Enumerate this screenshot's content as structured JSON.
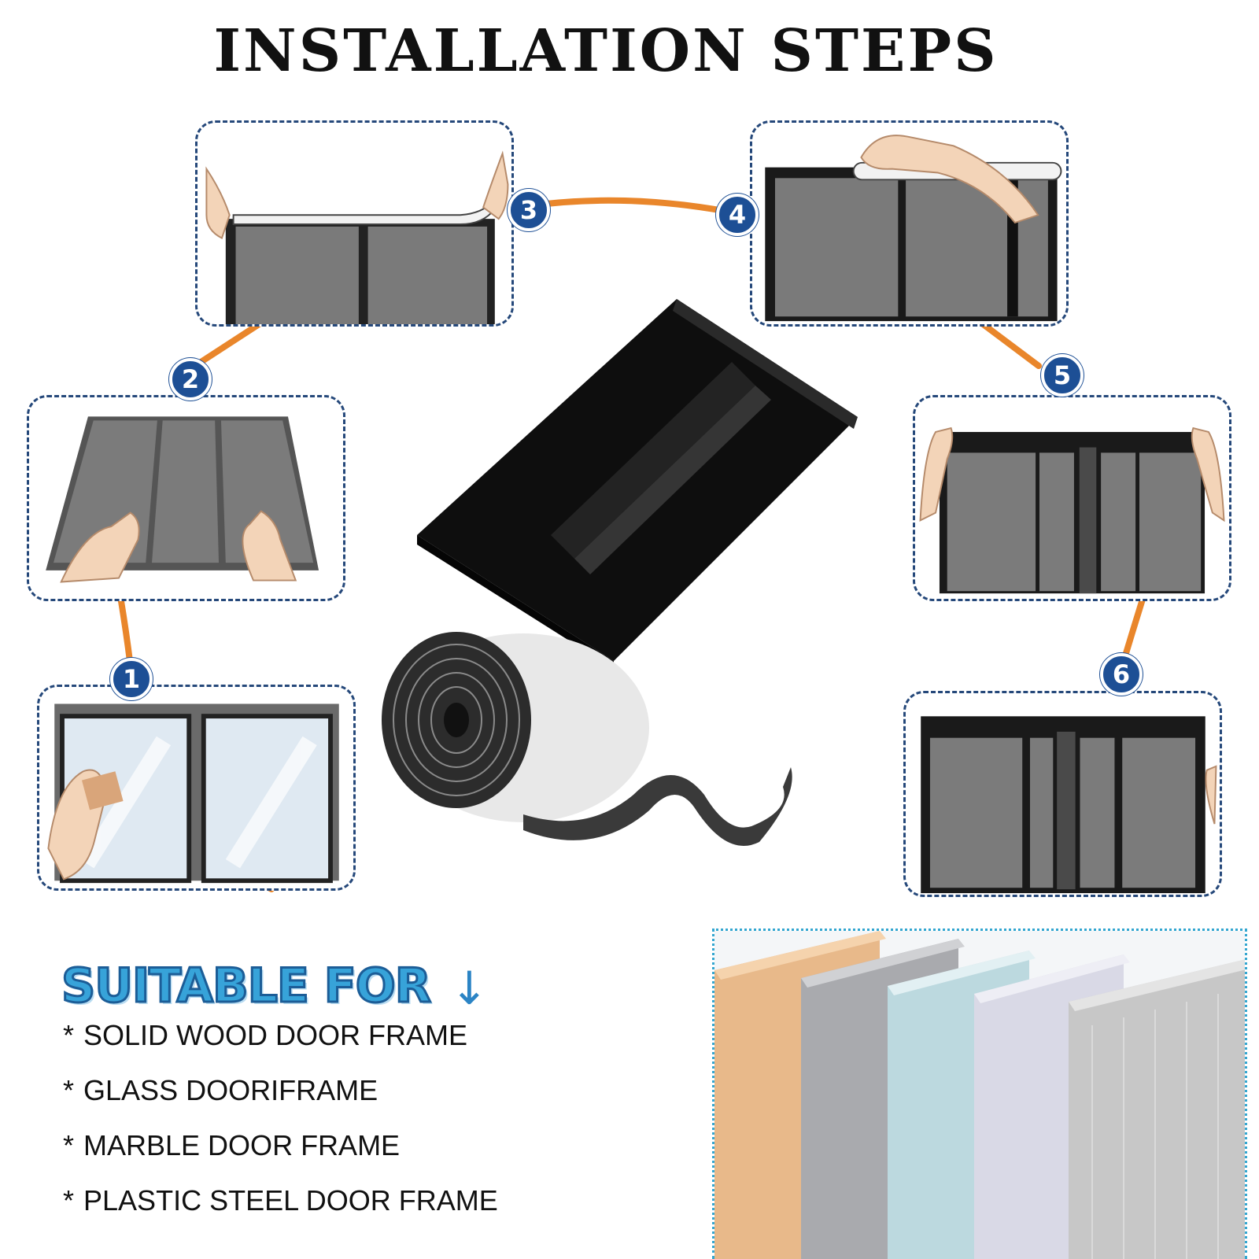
{
  "title": "INSTALLATION STEPS",
  "colors": {
    "card_border": "#25487a",
    "badge": "#1d4f95",
    "connector": "#e9862b",
    "heading_fill": "#37a3d9",
    "heading_stroke": "#1c5d97",
    "materials_border": "#33a6d0"
  },
  "steps": [
    {
      "number": "1",
      "icon": "clean-window-frame-illustration"
    },
    {
      "number": "2",
      "icon": "spread-screen-illustration"
    },
    {
      "number": "3",
      "icon": "peel-tape-illustration"
    },
    {
      "number": "4",
      "icon": "press-tape-top-illustration"
    },
    {
      "number": "5",
      "icon": "attach-screen-top-illustration"
    },
    {
      "number": "6",
      "icon": "press-screen-sides-illustration"
    }
  ],
  "product": {
    "icon_screen": "folded-magnetic-screen",
    "icon_tape": "adhesive-tape-roll"
  },
  "suitable": {
    "heading": "SUITABLE FOR",
    "arrow": "↓",
    "items": [
      "SOLID WOOD DOOR FRAME",
      "GLASS DOORIFRAME",
      "MARBLE DOOR FRAME",
      "PLASTIC STEEL DOOR FRAME"
    ],
    "bullet": "*"
  },
  "materials": {
    "icon": "door-frame-material-samples",
    "swatch_colors": [
      "#e8b98a",
      "#a9aaae",
      "#bcd9df",
      "#d9d9e6",
      "#c7c7c7"
    ]
  }
}
